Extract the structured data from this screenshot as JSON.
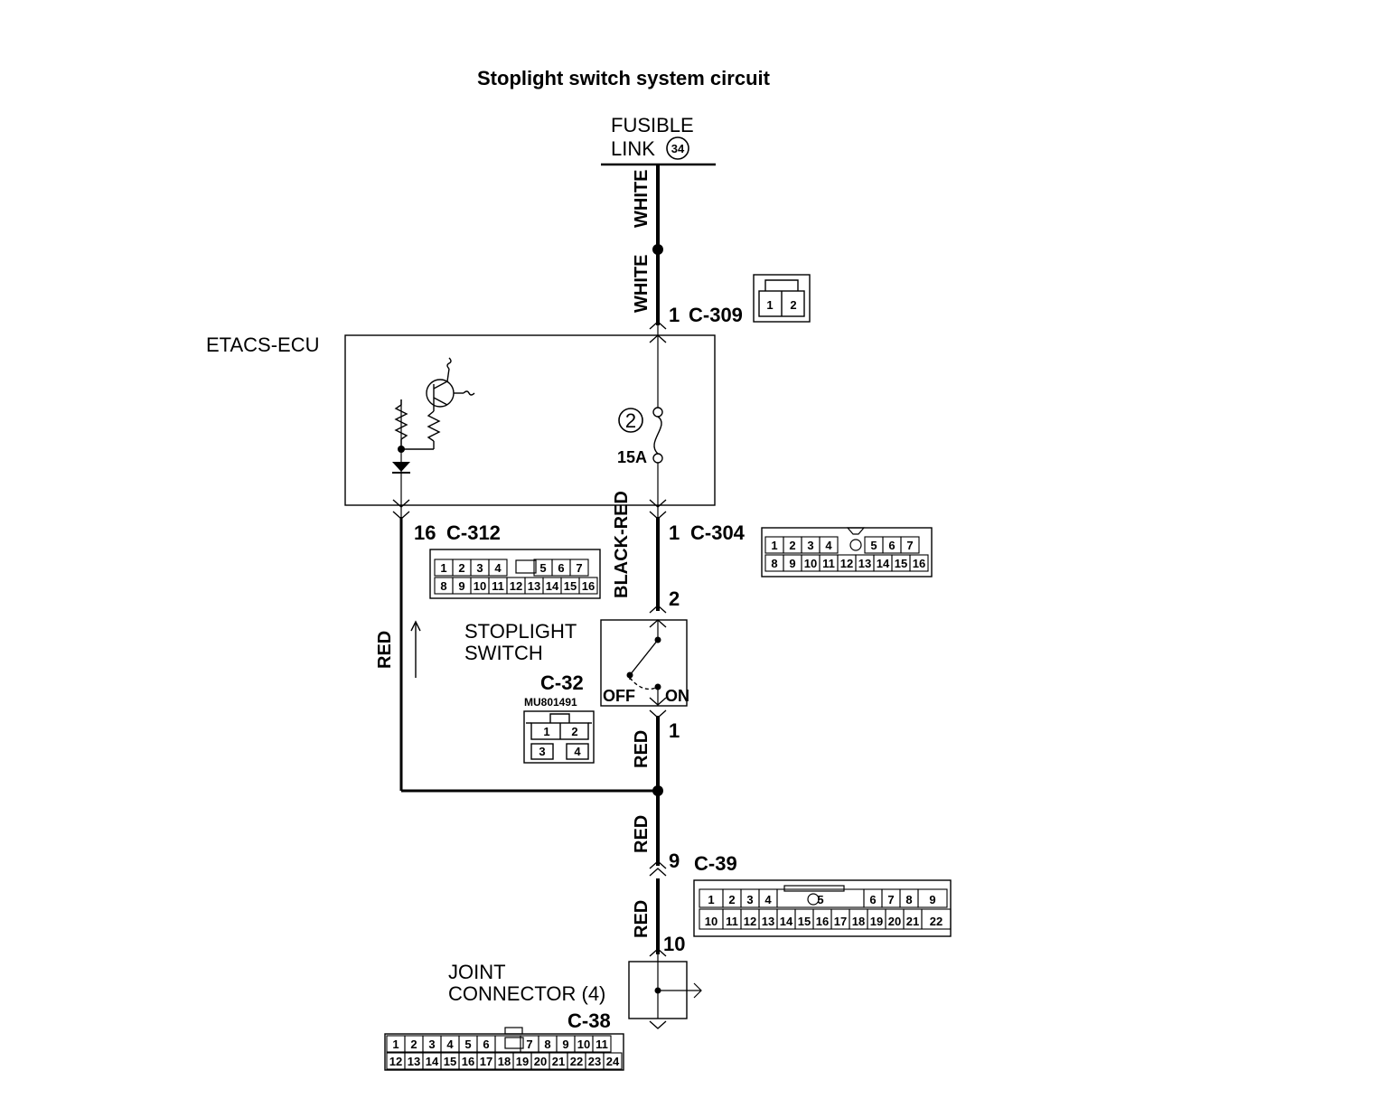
{
  "title": "Stoplight switch  system circuit",
  "fusible_link": {
    "line1": "FUSIBLE",
    "line2": "LINK",
    "number": "34"
  },
  "wires": {
    "top_upper": "WHITE",
    "top_lower": "WHITE",
    "black_red": "BLACK-RED",
    "red_left": "RED",
    "red_c32": "RED",
    "red_c39_upper": "RED",
    "red_c39_lower": "RED"
  },
  "etacs": {
    "label": "ETACS-ECU",
    "fuse_number": "2",
    "fuse_rating": "15A"
  },
  "c309": {
    "pin": "1",
    "id": "C-309",
    "pins": [
      "1",
      "2"
    ]
  },
  "c304": {
    "pin": "1",
    "id": "C-304",
    "row1": [
      "1",
      "2",
      "3",
      "4",
      "",
      "5",
      "6",
      "7"
    ],
    "row2": [
      "8",
      "9",
      "10",
      "11",
      "12",
      "13",
      "14",
      "15",
      "16"
    ]
  },
  "c312": {
    "pin": "16",
    "id": "C-312",
    "row1": [
      "1",
      "2",
      "3",
      "4",
      "",
      "5",
      "6",
      "7"
    ],
    "row2": [
      "8",
      "9",
      "10",
      "11",
      "12",
      "13",
      "14",
      "15",
      "16"
    ]
  },
  "stoplight": {
    "line1": "STOPLIGHT",
    "line2": "SWITCH",
    "pin_top": "2",
    "pin_bottom": "1",
    "off": "OFF",
    "on": "ON",
    "conn_id": "C-32",
    "part": "MU801491",
    "pins": [
      "1",
      "2",
      "3",
      "4"
    ]
  },
  "c39": {
    "pin_top": "9",
    "pin_bottom": "10",
    "id": "C-39",
    "row1": [
      "1",
      "2",
      "3",
      "4",
      "5",
      "6",
      "7",
      "8",
      "9"
    ],
    "row2": [
      "10",
      "11",
      "12",
      "13",
      "14",
      "15",
      "16",
      "17",
      "18",
      "19",
      "20",
      "21",
      "22"
    ]
  },
  "joint": {
    "line1": "JOINT",
    "line2": "CONNECTOR (4)",
    "id": "C-38",
    "row1": [
      "1",
      "2",
      "3",
      "4",
      "5",
      "6",
      "",
      "7",
      "8",
      "9",
      "10",
      "11"
    ],
    "row2": [
      "12",
      "13",
      "14",
      "15",
      "16",
      "17",
      "18",
      "19",
      "20",
      "21",
      "22",
      "23",
      "24"
    ]
  }
}
